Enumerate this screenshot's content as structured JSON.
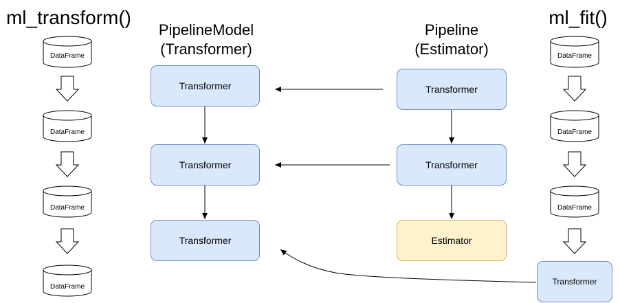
{
  "titles": {
    "transform_fn": "ml_transform()",
    "fit_fn": "ml_fit()",
    "model_line1": "PipelineModel",
    "model_line2": "(Transformer)",
    "pipeline_line1": "Pipeline",
    "pipeline_line2": "(Estimator)"
  },
  "transform_stack": [
    "DataFrame",
    "DataFrame",
    "DataFrame",
    "DataFrame"
  ],
  "fit_stack": [
    "DataFrame",
    "DataFrame",
    "DataFrame"
  ],
  "fit_output": "Transformer",
  "model_stages": [
    "Transformer",
    "Transformer",
    "Transformer"
  ],
  "pipeline_stages": [
    "Transformer",
    "Transformer",
    "Estimator"
  ],
  "colors": {
    "transformer_fill": "#dae8fc",
    "transformer_border": "#6c8ebf",
    "estimator_fill": "#fff2cc",
    "estimator_border": "#d6b656"
  }
}
